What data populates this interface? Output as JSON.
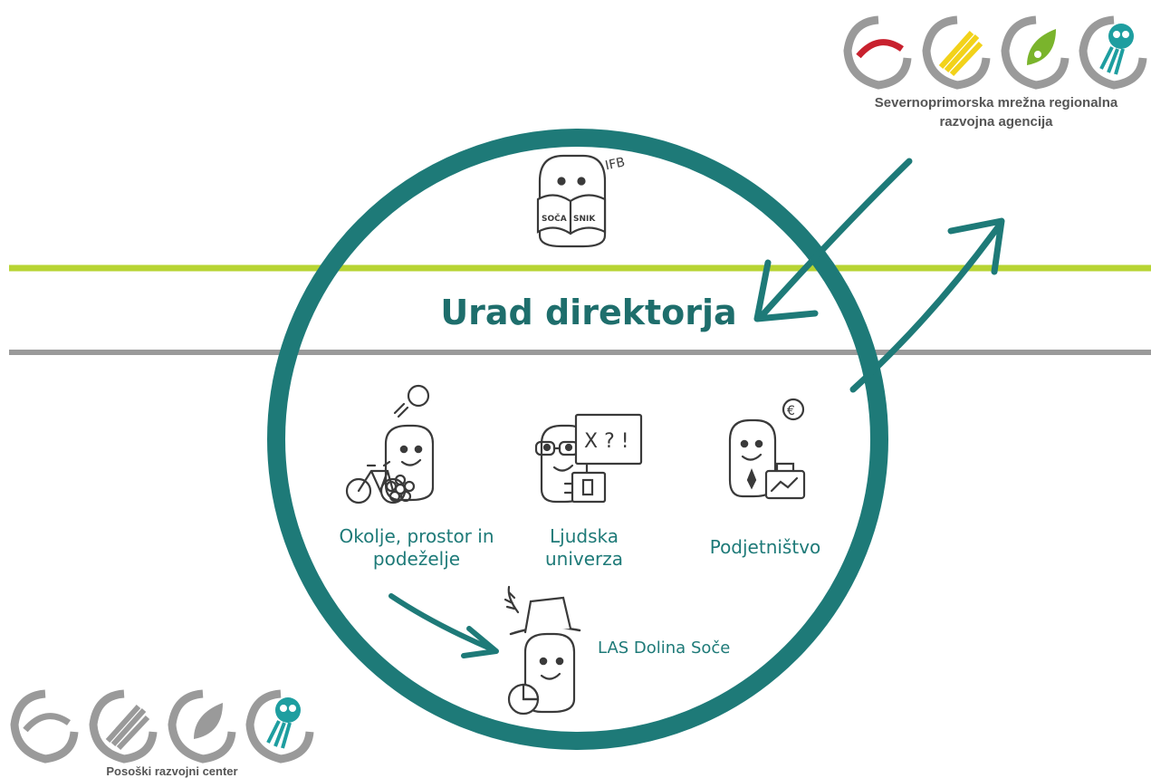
{
  "diagram": {
    "title": "Urad direktorja",
    "units": [
      {
        "id": "okolje",
        "label_line1": "Okolje, prostor in",
        "label_line2": "podeželje"
      },
      {
        "id": "ljudska",
        "label_line1": "Ljudska",
        "label_line2": "univerza"
      },
      {
        "id": "podjetnistvo",
        "label_line1": "Podjetništvo"
      },
      {
        "id": "las",
        "label_line1": "LAS Dolina Soče"
      }
    ],
    "book_left": "SOČA",
    "book_right": "SNIK",
    "ifb_text": "IFB",
    "speech_bubble": "X ? !",
    "euro_symbol": "€"
  },
  "organizations": {
    "top_right": {
      "line1": "Severnoprimorska mrežna regionalna",
      "line2": "razvojna agencija"
    },
    "bottom_left": {
      "line1": "Posoški razvojni center"
    }
  },
  "colors": {
    "teal": "#1e7a78",
    "lime_line": "#b7d433",
    "gray_line": "#999999",
    "logo_gray": "#9a9a9a",
    "logo_red": "#c8212e",
    "logo_yellow": "#f2d21a",
    "logo_green": "#7ab42c",
    "logo_teal": "#1e9ea0"
  },
  "icons": [
    "soca-book-figure-icon",
    "bulb-icon",
    "bicycle-icon",
    "flower-icon",
    "teacher-figure-icon",
    "euro-icon",
    "briefcase-icon",
    "hat-figure-icon"
  ]
}
